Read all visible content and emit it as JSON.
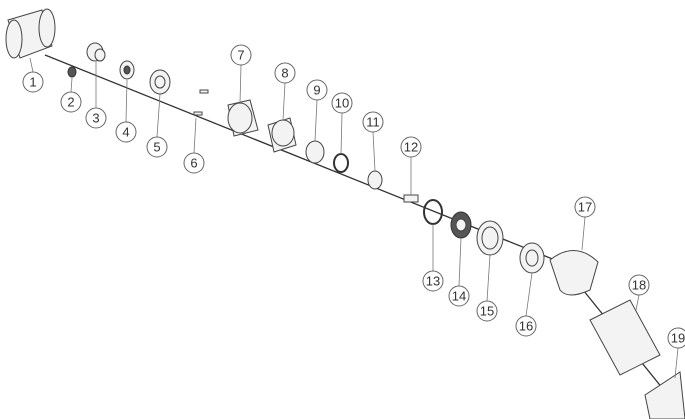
{
  "diagram": {
    "type": "exploded-parts-view",
    "callouts": [
      "1",
      "2",
      "3",
      "4",
      "5",
      "6",
      "7",
      "8",
      "9",
      "10",
      "11",
      "12",
      "13",
      "14",
      "15",
      "16",
      "17",
      "18",
      "19"
    ]
  }
}
